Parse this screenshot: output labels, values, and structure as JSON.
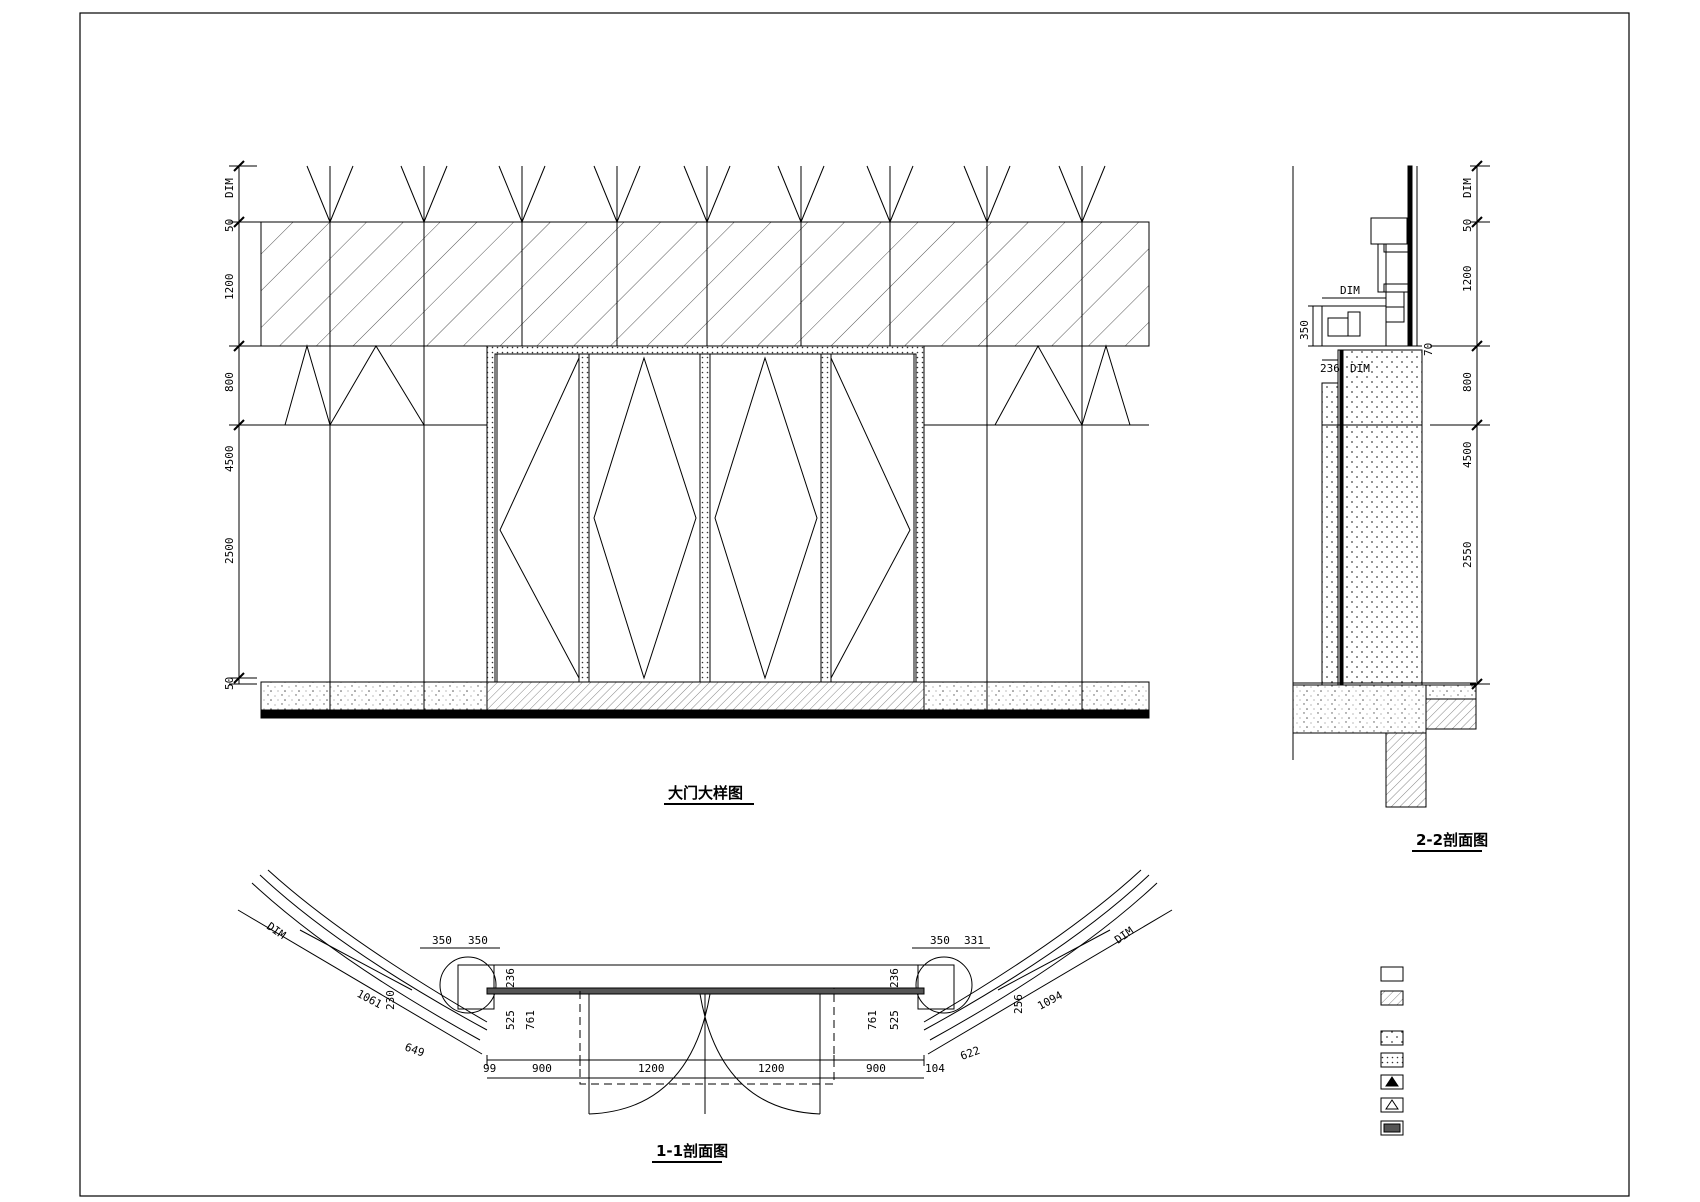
{
  "titles": {
    "elevation": "大门大样图",
    "section_22": "2-2剖面图",
    "section_11": "1-1剖面图"
  },
  "elevation_dims": {
    "dim": "DIM",
    "d50a": "50",
    "d1200": "1200",
    "d800": "800",
    "d4500": "4500",
    "d2500": "2500",
    "d50b": "50"
  },
  "section22_dims": {
    "dim_top": "DIM",
    "d50": "50",
    "d1200": "1200",
    "dim_mid": "DIM",
    "d350": "350",
    "d70": "70",
    "d236": "236",
    "dim_low": "DIM",
    "d800": "800",
    "d4500": "4500",
    "d2550": "2550"
  },
  "plan_dims": {
    "dim_left": "DIM",
    "dim_right": "DIM",
    "l350a": "350",
    "l350b": "350",
    "r350": "350",
    "r331": "331",
    "l236": "236",
    "r236": "236",
    "l761": "761",
    "r761": "761",
    "l525": "525",
    "r525": "525",
    "l1061": "1061",
    "r1094": "1094",
    "l230": "230",
    "r256": "256",
    "l649": "649",
    "r622": "622",
    "l99": "99",
    "r104": "104",
    "w900a": "900",
    "w1200a": "1200",
    "w1200b": "1200",
    "w900b": "900"
  },
  "legend": {
    "items": [
      "blank",
      "hatch",
      "dots-light",
      "dots-dense",
      "triangle-solid",
      "triangle-outline",
      "dark-fill"
    ]
  }
}
